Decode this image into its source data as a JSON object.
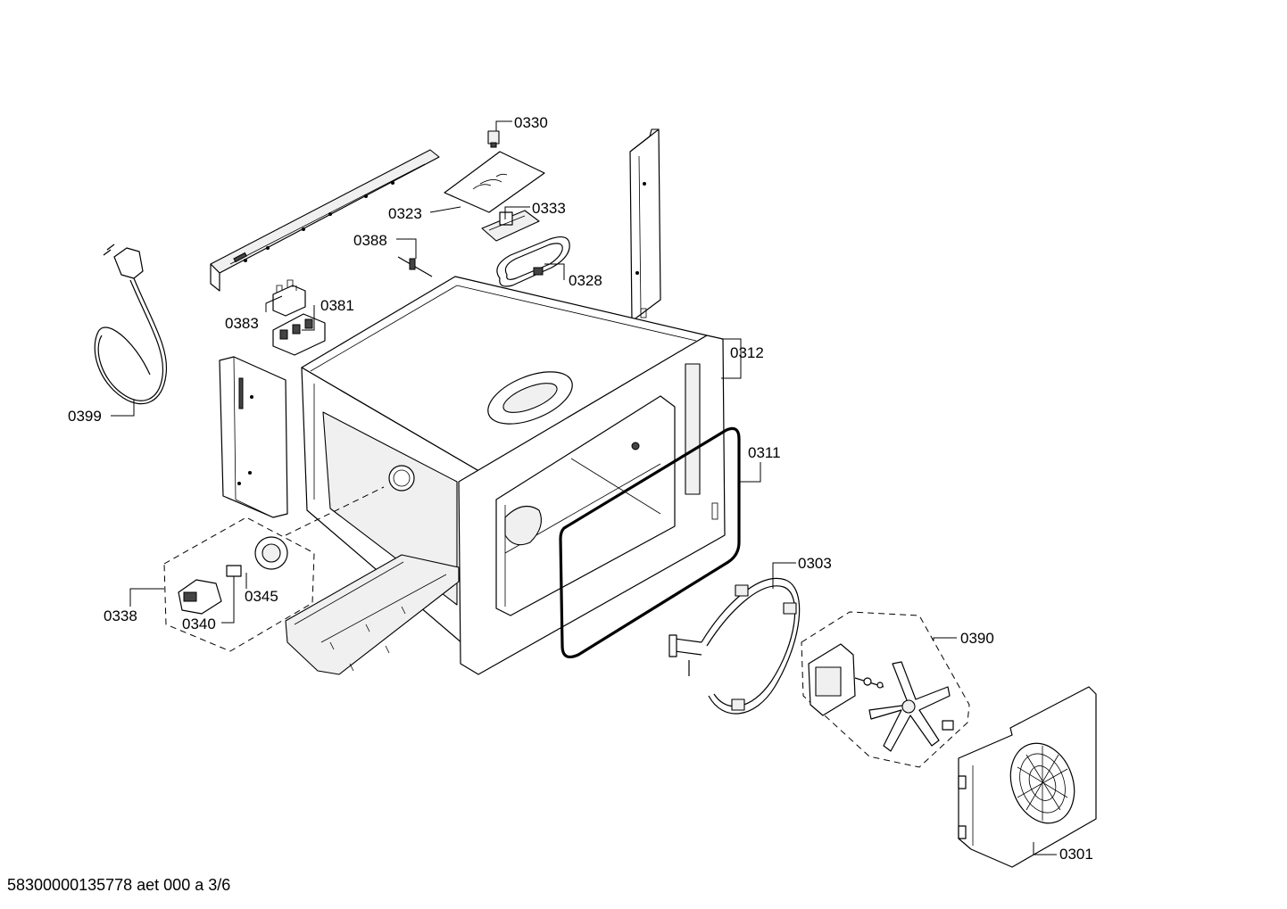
{
  "callouts": [
    {
      "id": "0330",
      "label": "0330"
    },
    {
      "id": "0323",
      "label": "0323"
    },
    {
      "id": "0333",
      "label": "0333"
    },
    {
      "id": "0388",
      "label": "0388"
    },
    {
      "id": "0328",
      "label": "0328"
    },
    {
      "id": "0383",
      "label": "0383"
    },
    {
      "id": "0381",
      "label": "0381"
    },
    {
      "id": "0312",
      "label": "0312"
    },
    {
      "id": "0399",
      "label": "0399"
    },
    {
      "id": "0311",
      "label": "0311"
    },
    {
      "id": "0303",
      "label": "0303"
    },
    {
      "id": "0345",
      "label": "0345"
    },
    {
      "id": "0338",
      "label": "0338"
    },
    {
      "id": "0340",
      "label": "0340"
    },
    {
      "id": "0390",
      "label": "0390"
    },
    {
      "id": "0301",
      "label": "0301"
    }
  ],
  "footer": {
    "code": "58300000135778 aet 000 a 3/6"
  }
}
